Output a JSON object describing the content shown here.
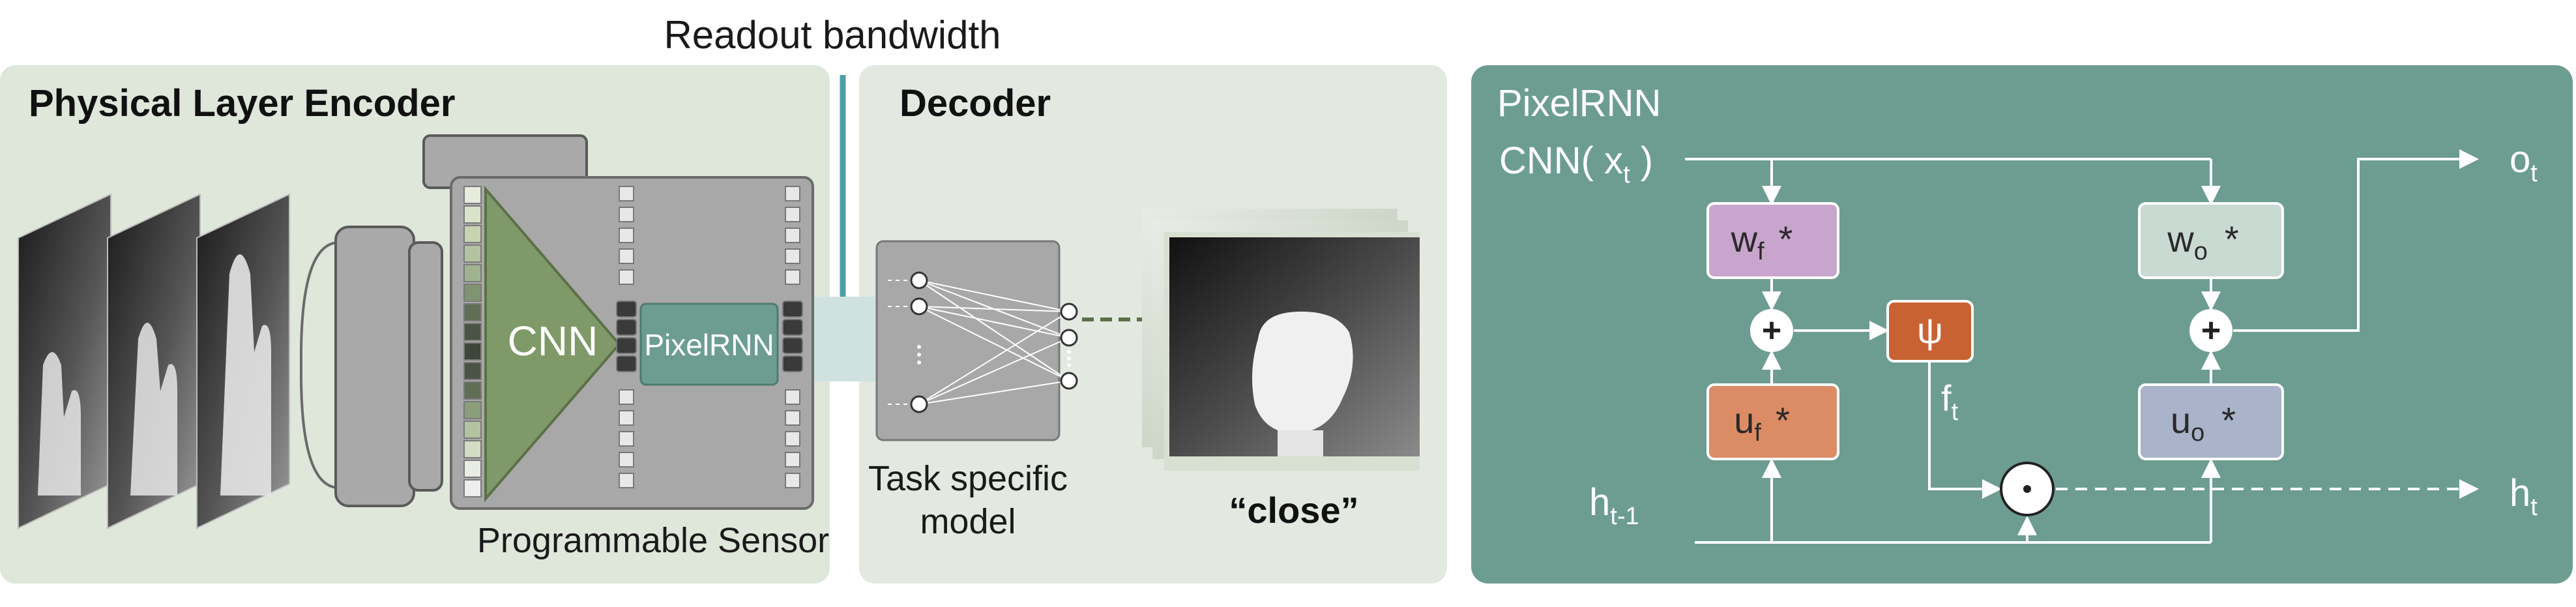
{
  "readout": {
    "label": "Readout bandwidth"
  },
  "encoder": {
    "title": "Physical Layer Encoder",
    "cnn_label": "CNN",
    "pixelrnn_label": "PixelRNN",
    "sensor_label": "Programmable Sensor"
  },
  "decoder": {
    "title": "Decoder",
    "model_line1": "Task specific",
    "model_line2": "model",
    "output_label": "“close”"
  },
  "pixelrnn_panel": {
    "title": "PixelRNN",
    "input_label": "CNN( x",
    "input_sub": "t",
    "input_close": " )",
    "wf": "w",
    "wf_sub": "f",
    "uf": "u",
    "uf_sub": "f",
    "wo": "w",
    "wo_sub": "o",
    "uo": "u",
    "uo_sub": "o",
    "conv_symbol": "*",
    "plus_symbol": "+",
    "odot_symbol": "⊙",
    "psi_symbol": "ψ",
    "ft": "f",
    "ft_sub": "t",
    "ot": "o",
    "ot_sub": "t",
    "ht_prev": "h",
    "ht_prev_sub": "t-1",
    "ht": "h",
    "ht_sub": "t"
  },
  "colors": {
    "encoder_bg": "#dfe6da",
    "decoder_bg": "#e3e9e0",
    "panel_bg": "#6d9d91",
    "cnn_green": "#7f9a68",
    "pixelrnn_teal": "#6d9d91",
    "wf_purple": "#c8a5cd",
    "uf_orange": "#db8c64",
    "psi_orange": "#c96233",
    "wo_mint": "#c9dad3",
    "uo_lavender": "#a9b3c9",
    "readout_arrow": "#4e9ea4"
  }
}
